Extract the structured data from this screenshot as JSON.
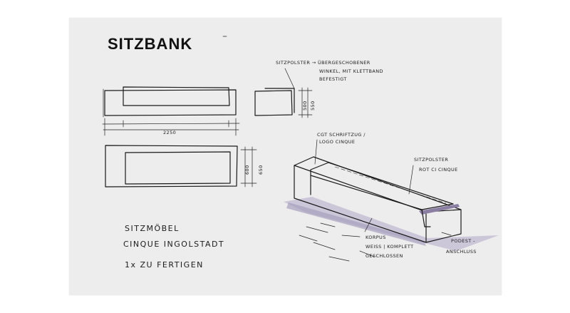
{
  "sheet": {
    "title": "SITZBANK",
    "background_color": "#eeeded",
    "shadow_color": "#b9b2c8"
  },
  "dimensions": {
    "length": "2250",
    "seat_height_inner": "500",
    "seat_height_outer": "550",
    "depth_inner": "600",
    "depth_outer": "650"
  },
  "annotations": {
    "cushion_line1": "SITZPOLSTER → ÜBERGESCHOBENER",
    "cushion_line2": "WINKEL, MIT KLETTBAND",
    "cushion_line3": "BEFESTIGT",
    "logo_line1": "CGT SCHRIFTZUG /",
    "logo_line2": "LOGO CINQUE",
    "color_line1": "SITZPOLSTER",
    "color_line2": "ROT CI CINQUE",
    "body_line1": "KORPUS",
    "body_line2": "WEISS | KOMPLETT",
    "body_line3": "GESCHLOSSEN",
    "podest_line1": "PODEST -",
    "podest_line2": "ANSCHLUSS"
  },
  "project": {
    "line1": "SITZMÖBEL",
    "line2": "CINQUE INGOLSTADT",
    "line3": "1x ZU FERTIGEN"
  }
}
